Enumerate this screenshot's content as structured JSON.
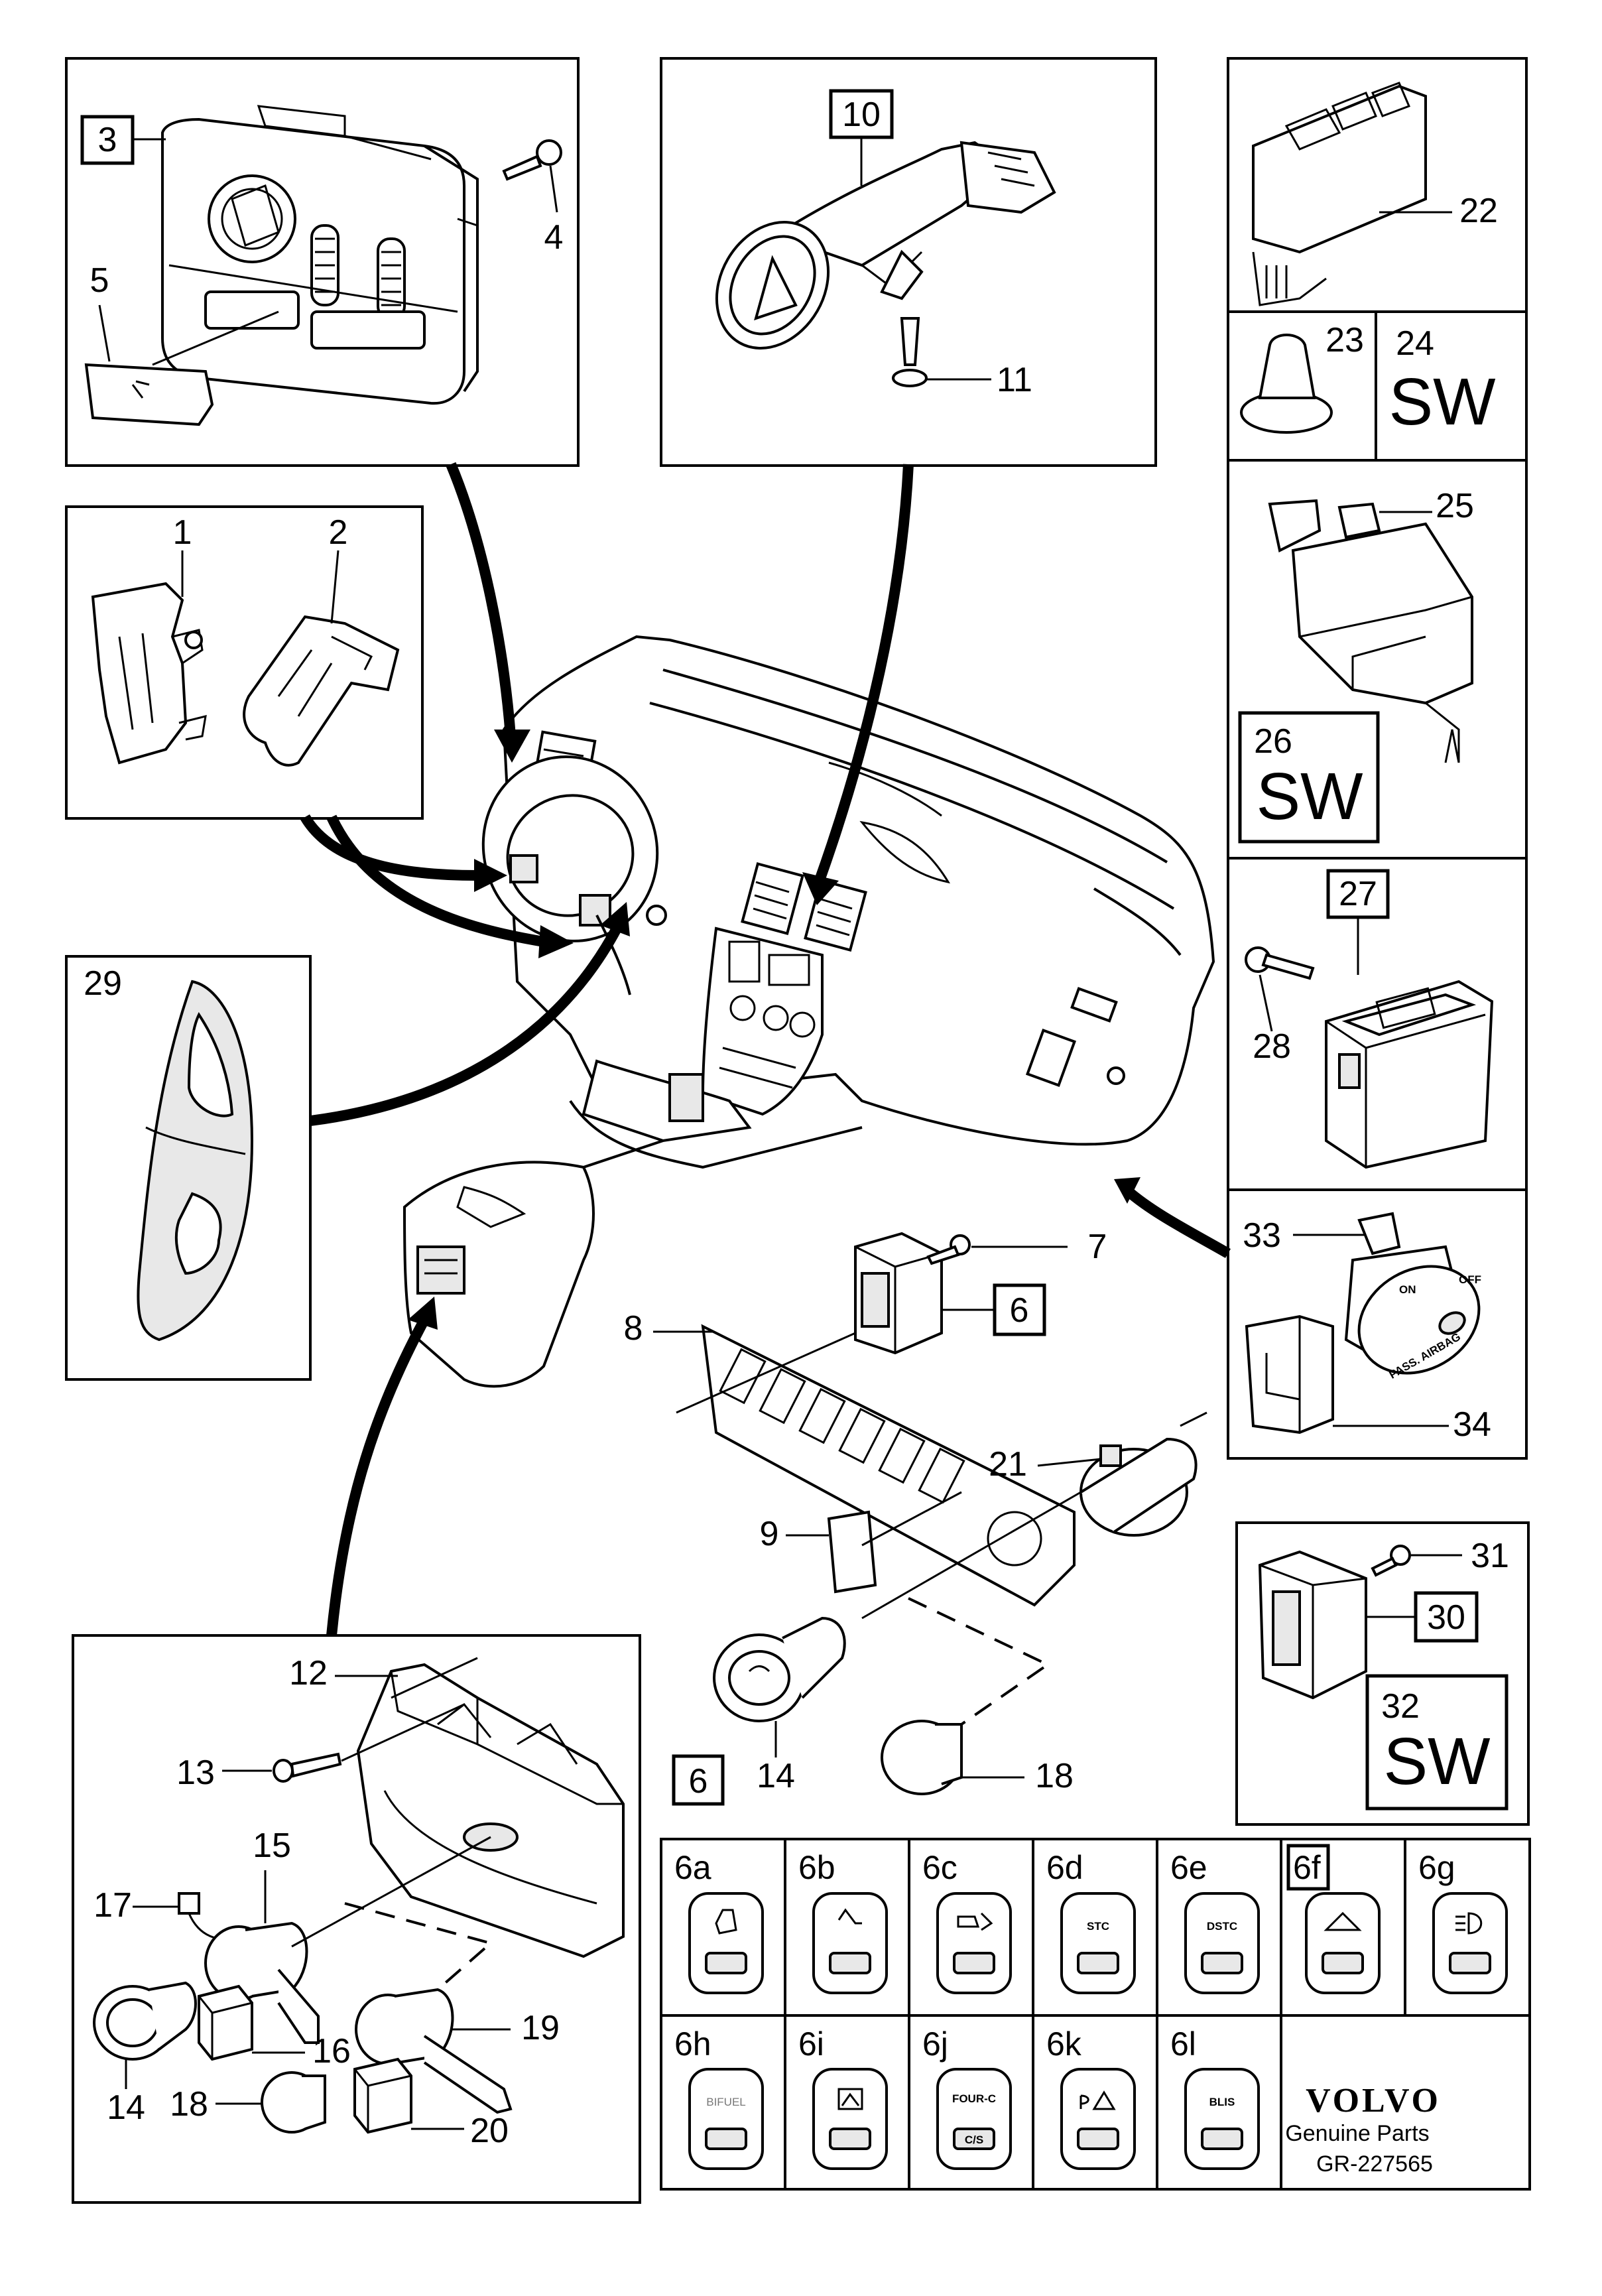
{
  "callouts": {
    "c1": "1",
    "c2": "2",
    "c3": "3",
    "c4": "4",
    "c5": "5",
    "c6a": "6",
    "c6b": "6",
    "c7": "7",
    "c8": "8",
    "c9": "9",
    "c10": "10",
    "c11": "11",
    "c12": "12",
    "c13": "13",
    "c14a": "14",
    "c14b": "14",
    "c15": "15",
    "c16": "16",
    "c17": "17",
    "c18a": "18",
    "c18b": "18",
    "c19": "19",
    "c20": "20",
    "c21": "21",
    "c22": "22",
    "c23": "23",
    "c24": "24",
    "c25": "25",
    "c26": "26",
    "c27": "27",
    "c28": "28",
    "c29": "29",
    "c30": "30",
    "c31": "31",
    "c32": "32",
    "c33": "33",
    "c34": "34"
  },
  "sw_labels": {
    "sw24": "SW",
    "sw26": "SW",
    "sw32": "SW"
  },
  "airbag_switch_text": {
    "on": "ON",
    "off": "OFF",
    "caption": "PASS. AIRBAG"
  },
  "variant_grid": {
    "row1": [
      "6a",
      "6b",
      "6c",
      "6d",
      "6e",
      "6f",
      "6g"
    ],
    "row2": [
      "6h",
      "6i",
      "6j",
      "6k",
      "6l"
    ],
    "button_texts": {
      "6d": "STC",
      "6e": "DSTC",
      "6h": "BIFUEL",
      "6j_top": "FOUR-C",
      "6j_bottom": "C/S",
      "6l": "BLIS"
    }
  },
  "footer": {
    "brand": "VOLVO",
    "subtitle": "Genuine Parts",
    "ref": "GR-227565"
  }
}
